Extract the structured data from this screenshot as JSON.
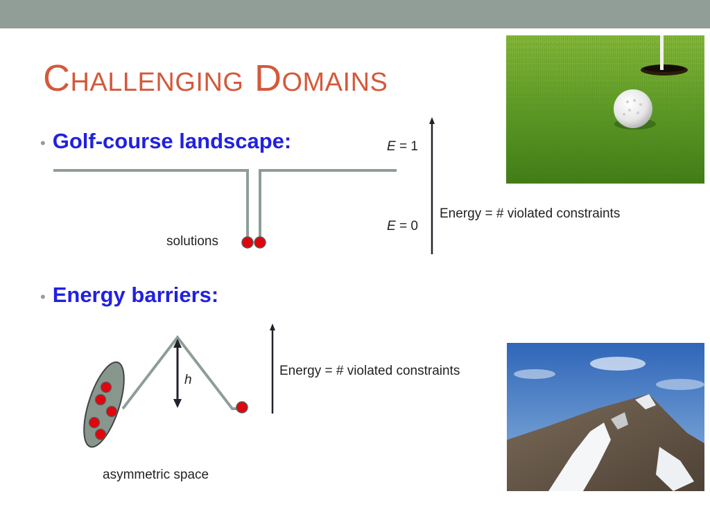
{
  "slide": {
    "title": "Challenging Domains",
    "bullets": [
      {
        "text": "Golf-course landscape:"
      },
      {
        "text": "Energy barriers:"
      }
    ]
  },
  "golf_diagram": {
    "e1_var": "E",
    "e1_rest": " = 1",
    "e0_var": "E",
    "e0_rest": " = 0",
    "energy_label": "Energy = # violated constraints",
    "solutions_label": "solutions"
  },
  "barrier_diagram": {
    "h_label": "h",
    "energy_label": "Energy = # violated constraints",
    "space_label": "asymmetric space"
  },
  "colors": {
    "title": "#d4593b",
    "bullet_text": "#2121e0",
    "top_bar": "#909e97",
    "landscape_line": "#8e9e96",
    "solution_dot": "#e0060d",
    "arrow": "#22222a"
  },
  "images": [
    {
      "name": "golf-ball-photo"
    },
    {
      "name": "mountain-photo"
    }
  ]
}
